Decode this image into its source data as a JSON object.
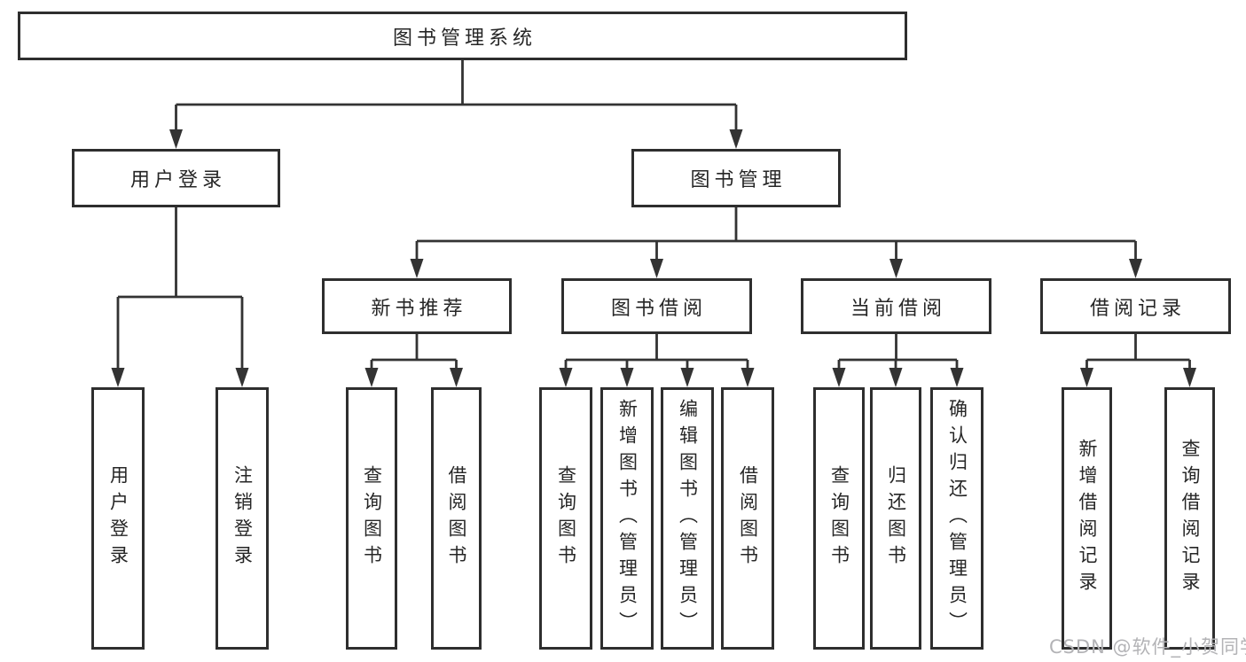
{
  "diagram": {
    "type": "hierarchy-tree",
    "tree": {
      "label": "图书管理系统",
      "children": [
        {
          "label": "用户登录",
          "children": [
            {
              "label": "用户登录"
            },
            {
              "label": "注销登录"
            }
          ]
        },
        {
          "label": "图书管理",
          "children": [
            {
              "label": "新书推荐",
              "children": [
                {
                  "label": "查询图书"
                },
                {
                  "label": "借阅图书"
                }
              ]
            },
            {
              "label": "图书借阅",
              "children": [
                {
                  "label": "查询图书"
                },
                {
                  "label": "新增图书（管理员）"
                },
                {
                  "label": "编辑图书（管理员）"
                },
                {
                  "label": "借阅图书"
                }
              ]
            },
            {
              "label": "当前借阅",
              "children": [
                {
                  "label": "查询图书"
                },
                {
                  "label": "归还图书"
                },
                {
                  "label": "确认归还（管理员）"
                }
              ]
            },
            {
              "label": "借阅记录",
              "children": [
                {
                  "label": "新增借阅记录"
                },
                {
                  "label": "查询借阅记录"
                }
              ]
            }
          ]
        }
      ]
    }
  },
  "watermark": {
    "text": "CSDN @软件_小贺同学"
  },
  "colors": {
    "background": "#ffffff",
    "box_border": "#2e2e2e",
    "box_fill": "#ffffff",
    "line": "#333333",
    "text": "#262626",
    "watermark": "#b3b3b6"
  }
}
